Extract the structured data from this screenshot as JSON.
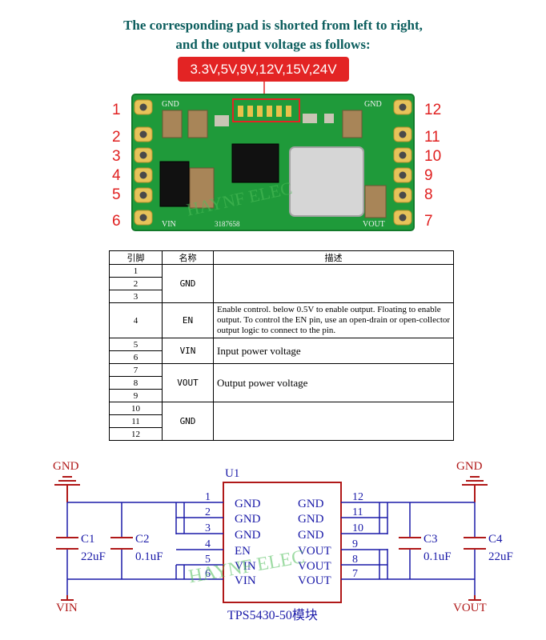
{
  "header": {
    "line1": "The corresponding pad is shorted from left to right,",
    "line2": "and the output voltage as follows:",
    "voltages": "3.3V,5V,9V,12V,15V,24V"
  },
  "board": {
    "gnd_left": "GND",
    "gnd_right": "GND",
    "vin": "VIN",
    "vout": "VOUT",
    "serial": "3187658",
    "watermark": "HAYNF ELEC",
    "pins_left": [
      "1",
      "2",
      "3",
      "4",
      "5",
      "6"
    ],
    "pins_right": [
      "12",
      "11",
      "10",
      "9",
      "8",
      "7"
    ]
  },
  "table": {
    "headers": [
      "引脚",
      "名称",
      "描述"
    ],
    "groups": [
      {
        "pins": [
          "1",
          "2",
          "3"
        ],
        "name": "GND",
        "desc": ""
      },
      {
        "pins": [
          "4"
        ],
        "name": "EN",
        "desc": "Enable control. below 0.5V to enable output. Floating to enable output. To control the EN pin, use an open-drain or open-collector output logic to connect to the pin."
      },
      {
        "pins": [
          "5",
          "6"
        ],
        "name": "VIN",
        "desc": "Input power voltage"
      },
      {
        "pins": [
          "7",
          "8",
          "9"
        ],
        "name": "VOUT",
        "desc": "Output power voltage"
      },
      {
        "pins": [
          "10",
          "11",
          "12"
        ],
        "name": "GND",
        "desc": ""
      }
    ]
  },
  "schematic": {
    "ic_ref": "U1",
    "ic_name": "TPS5430-50模块",
    "gnd_left": "GND",
    "gnd_right": "GND",
    "vin": "VIN",
    "vout": "VOUT",
    "watermark": "HAYNF ELEC",
    "left_pins": [
      {
        "num": "1",
        "label": "GND"
      },
      {
        "num": "2",
        "label": "GND"
      },
      {
        "num": "3",
        "label": "GND"
      },
      {
        "num": "4",
        "label": "EN"
      },
      {
        "num": "5",
        "label": "VIN"
      },
      {
        "num": "6",
        "label": "VIN"
      }
    ],
    "right_pins": [
      {
        "num": "12",
        "label": "GND"
      },
      {
        "num": "11",
        "label": "GND"
      },
      {
        "num": "10",
        "label": "GND"
      },
      {
        "num": "9",
        "label": "VOUT"
      },
      {
        "num": "8",
        "label": "VOUT"
      },
      {
        "num": "7",
        "label": "VOUT"
      }
    ],
    "caps": [
      {
        "ref": "C1",
        "value": "22uF"
      },
      {
        "ref": "C2",
        "value": "0.1uF"
      },
      {
        "ref": "C3",
        "value": "0.1uF"
      },
      {
        "ref": "C4",
        "value": "22uF"
      }
    ]
  },
  "colors": {
    "title": "#0b5d5d",
    "badge": "#e32424",
    "pin_numbers": "#e02020",
    "pcb": "#1f9a3a",
    "wire_blue": "#1a1aa8",
    "wire_red": "#b01818",
    "watermark": "#4fbf5a"
  }
}
